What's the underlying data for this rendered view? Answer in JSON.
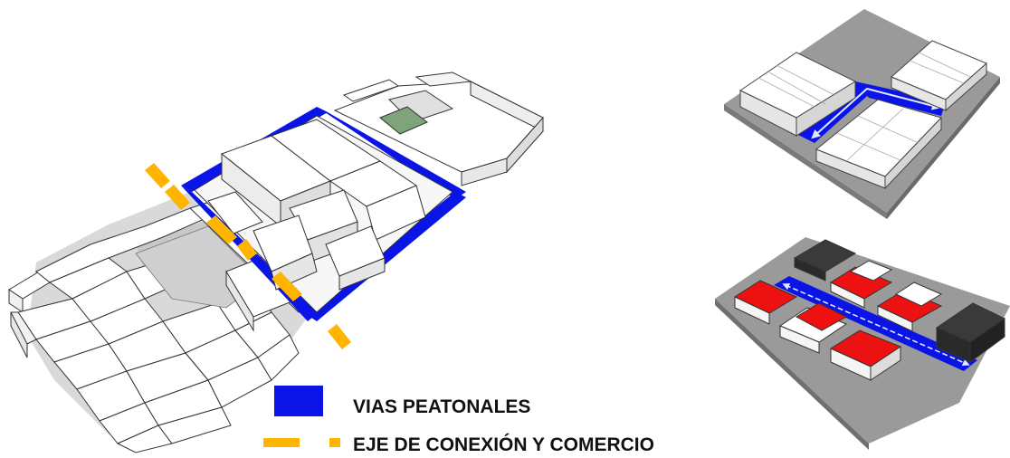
{
  "legend": {
    "pedestrian_label": "VIAS PEATONALES",
    "axis_label": "EJE DE CONEXIÓN Y COMERCIO"
  },
  "colors": {
    "pedestrian_blue": "#0a14e6",
    "axis_orange": "#ffb400",
    "commerce_red": "#ee1111",
    "building_white": "#ffffff",
    "plaza_green": "#7fa37a",
    "ground_grey": "#9a9a9a",
    "dark_block": "#3a3a3a"
  },
  "diagrams": {
    "main": "master-plan-isometric",
    "top_right": "pedestrian-street-block",
    "bottom_right": "commercial-axis-block"
  }
}
